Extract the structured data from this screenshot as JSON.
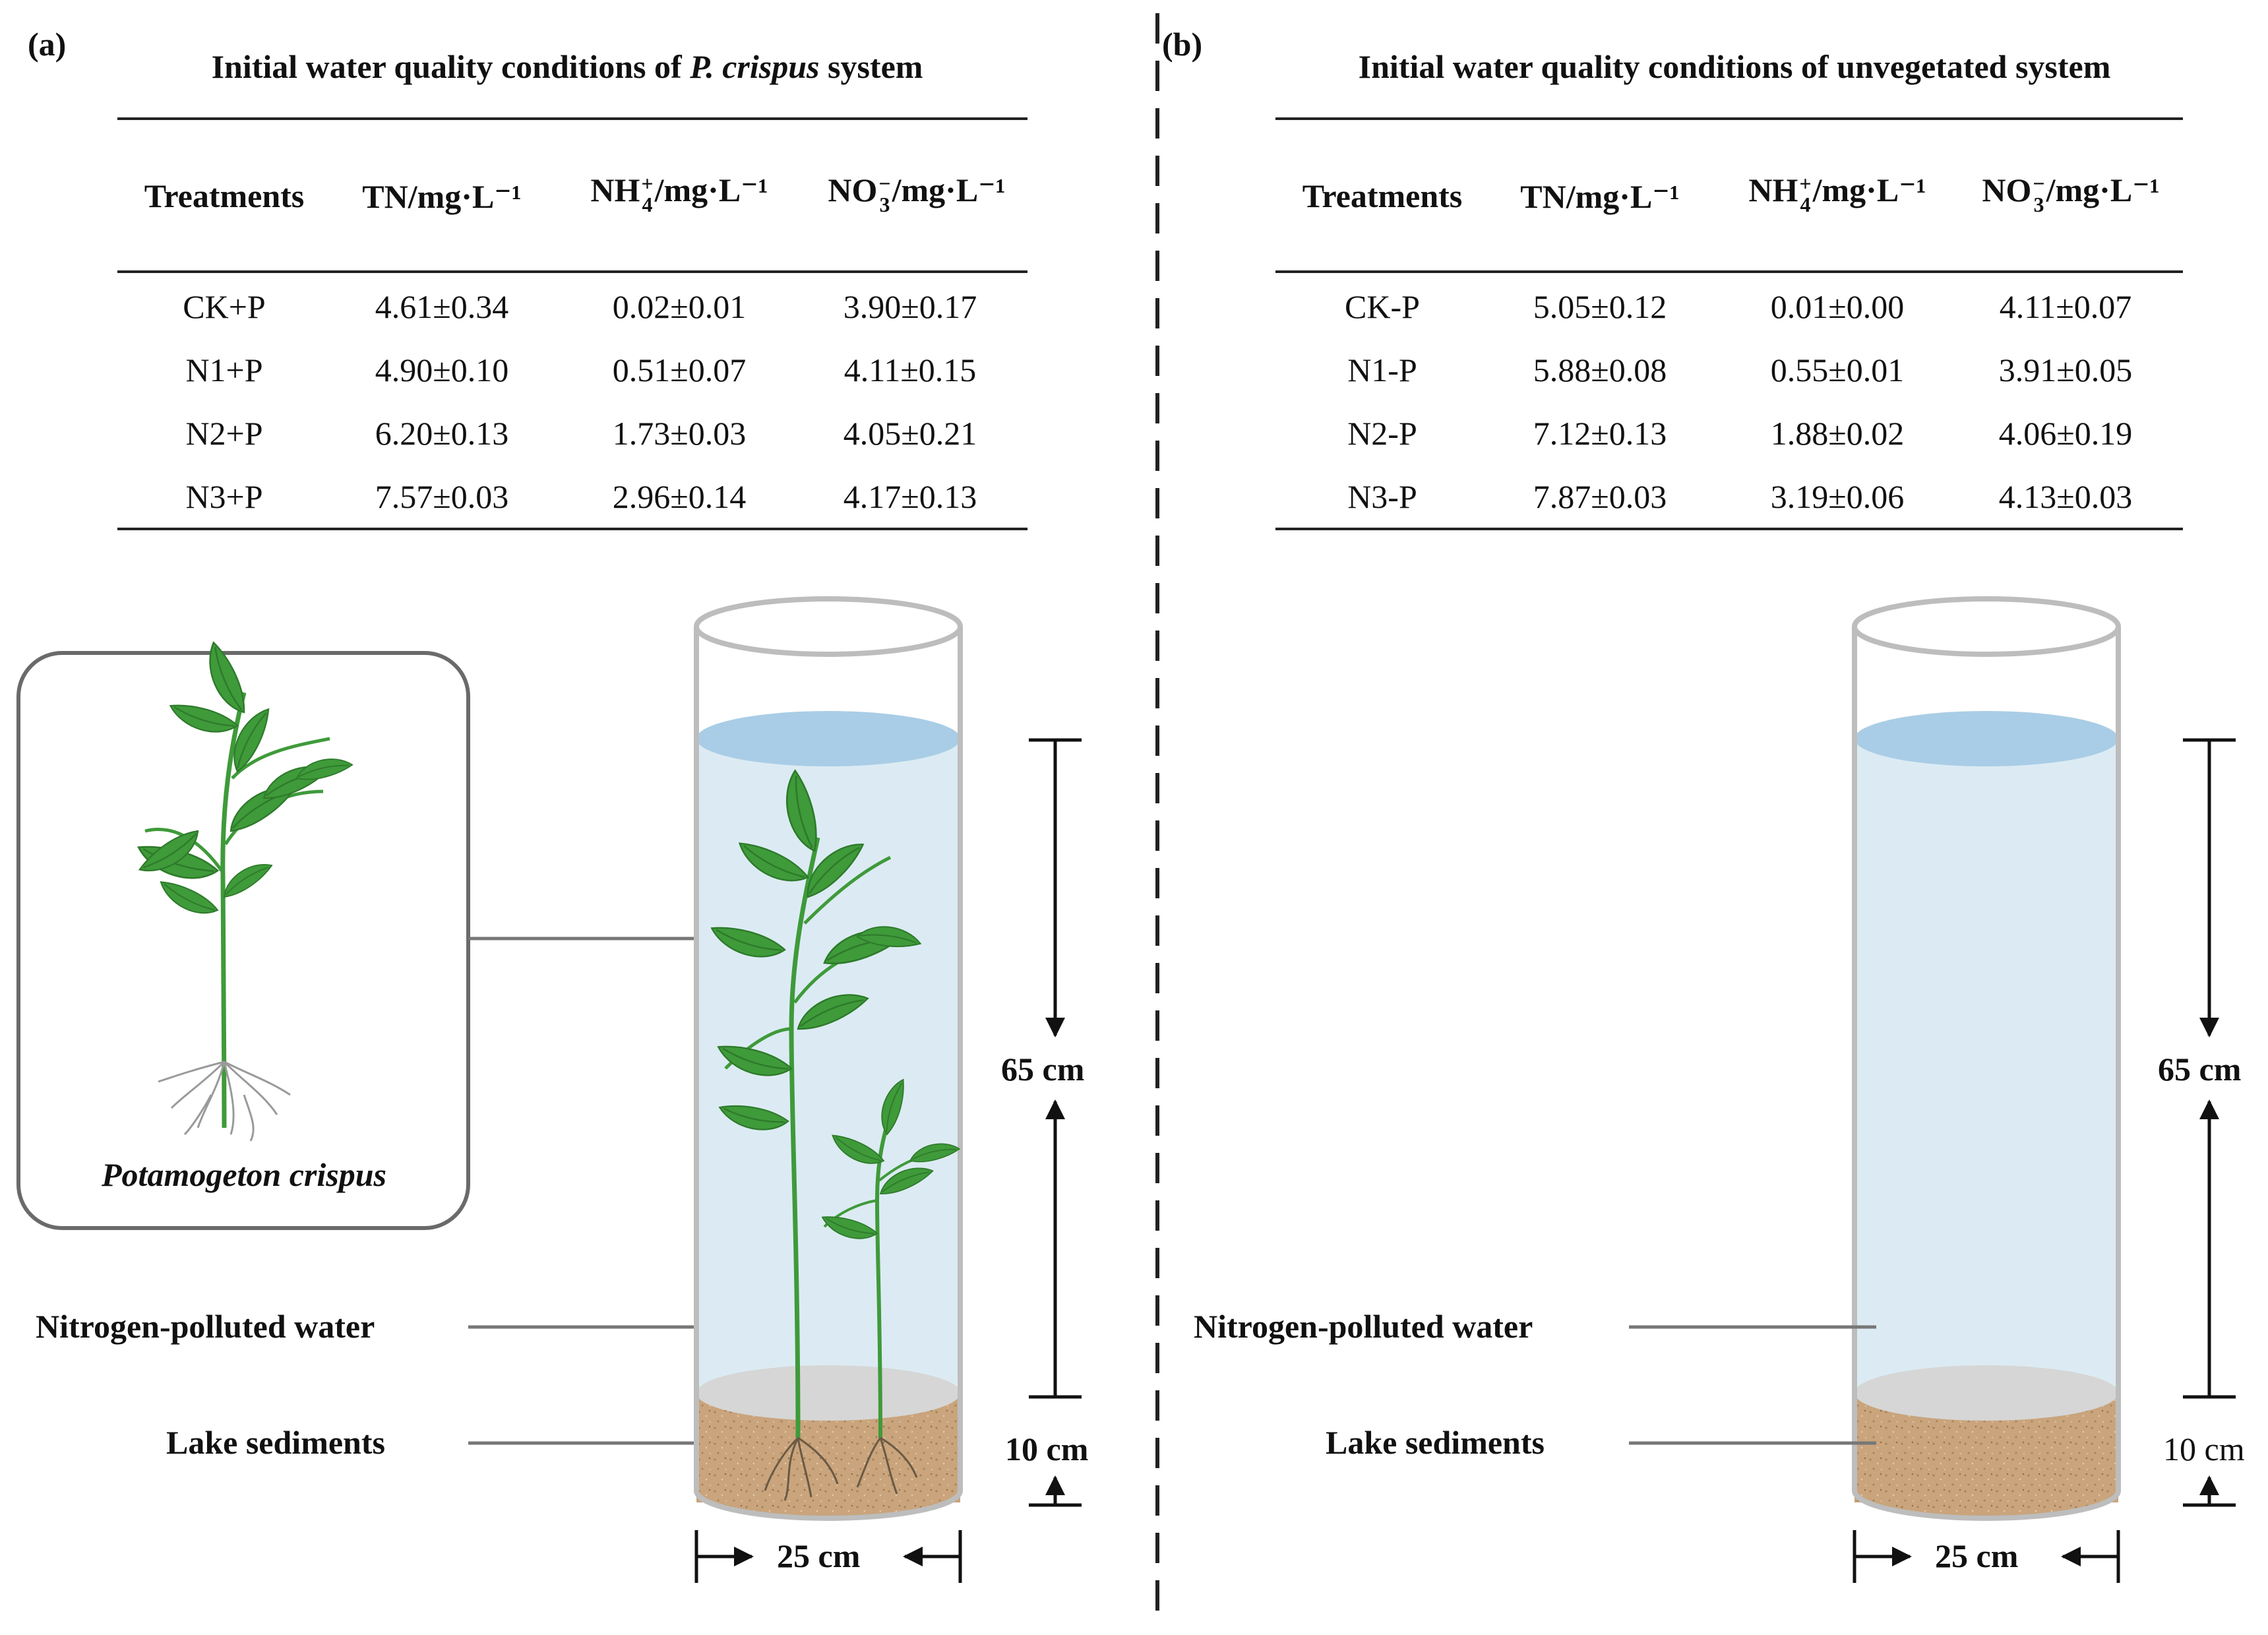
{
  "panels": {
    "a": {
      "label": "(a)",
      "title_prefix": "Initial water quality conditions of ",
      "title_italic": "P. crispus",
      "title_suffix": " system",
      "rows": [
        [
          "CK+P",
          "4.61±0.34",
          "0.02±0.01",
          "3.90±0.17"
        ],
        [
          "N1+P",
          "4.90±0.10",
          "0.51±0.07",
          "4.11±0.15"
        ],
        [
          "N2+P",
          "6.20±0.13",
          "1.73±0.03",
          "4.05±0.21"
        ],
        [
          "N3+P",
          "7.57±0.03",
          "2.96±0.14",
          "4.17±0.13"
        ]
      ],
      "inset_title": "Potamogeton crispus",
      "label_water": "Nitrogen-polluted water",
      "label_sediment": "Lake sediments",
      "dim_height": "65 cm",
      "dim_sediment": "10 cm",
      "dim_width": "25 cm"
    },
    "b": {
      "label": "(b)",
      "title": "Initial water quality conditions of unvegetated system",
      "rows": [
        [
          "CK-P",
          "5.05±0.12",
          "0.01±0.00",
          "4.11±0.07"
        ],
        [
          "N1-P",
          "5.88±0.08",
          "0.55±0.01",
          "3.91±0.05"
        ],
        [
          "N2-P",
          "7.12±0.13",
          "1.88±0.02",
          "4.06±0.19"
        ],
        [
          "N3-P",
          "7.87±0.03",
          "3.19±0.06",
          "4.13±0.03"
        ]
      ],
      "label_water": "Nitrogen-polluted water",
      "label_sediment": "Lake sediments",
      "dim_height": "65 cm",
      "dim_sediment": "10 cm",
      "dim_width": "25 cm"
    }
  },
  "table_headers": {
    "treatments": "Treatments",
    "tn": "TN/mg·L⁻¹",
    "nh4_base": "NH",
    "nh4_sup": "+",
    "nh4_sub": "4",
    "no3_base": "NO",
    "no3_sup": "−",
    "no3_sub": "3",
    "unit": "/mg·L⁻¹"
  },
  "colors": {
    "water": "#dcebf3",
    "water_surface": "#a9cde6",
    "sediment": "#c8a27a",
    "sediment_top": "#d6d6d6",
    "cylinder": "#bdbdbd",
    "plant": "#3f9a3a",
    "plant_dark": "#2d7a2a"
  }
}
